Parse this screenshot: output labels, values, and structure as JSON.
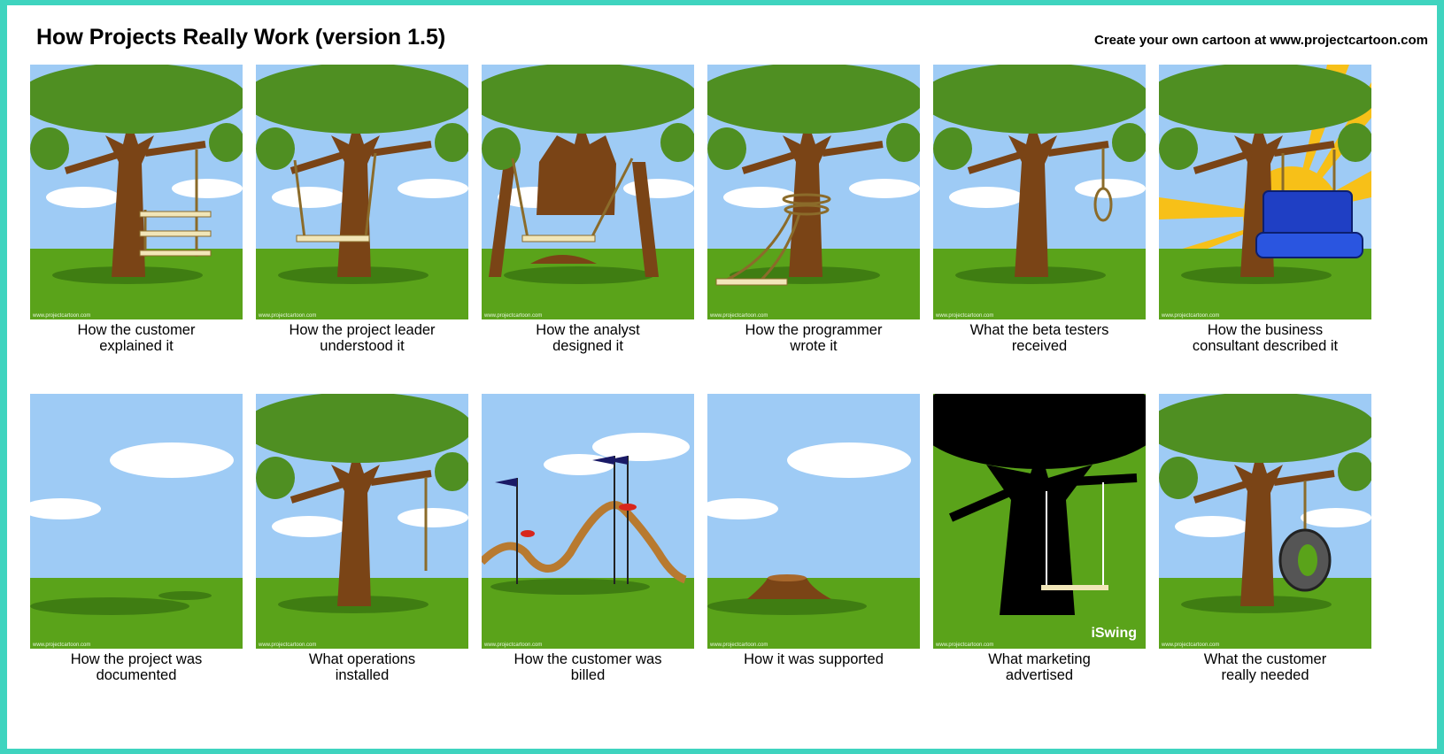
{
  "header": {
    "title": "How Projects Really Work (version 1.5)",
    "credit": "Create your own cartoon at www.projectcartoon.com"
  },
  "panels": [
    {
      "line1": "How the customer",
      "line2": "explained it",
      "watermark": "www.projectcartoon.com"
    },
    {
      "line1": "How the project leader",
      "line2": "understood it",
      "watermark": "www.projectcartoon.com"
    },
    {
      "line1": "How the analyst",
      "line2": "designed it",
      "watermark": "www.projectcartoon.com"
    },
    {
      "line1": "How the programmer",
      "line2": "wrote it",
      "watermark": "www.projectcartoon.com"
    },
    {
      "line1": "What the beta testers",
      "line2": "received",
      "watermark": "www.projectcartoon.com"
    },
    {
      "line1": "How the business",
      "line2": "consultant described it",
      "watermark": "www.projectcartoon.com"
    },
    {
      "line1": "How the project was",
      "line2": "documented",
      "watermark": "www.projectcartoon.com"
    },
    {
      "line1": "What operations",
      "line2": "installed",
      "watermark": "www.projectcartoon.com"
    },
    {
      "line1": "How the customer was",
      "line2": "billed",
      "watermark": "www.projectcartoon.com"
    },
    {
      "line1": "How it was supported",
      "line2": "",
      "watermark": "www.projectcartoon.com"
    },
    {
      "line1": "What marketing",
      "line2": "advertised",
      "watermark": "www.projectcartoon.com",
      "brand": "iSwing"
    },
    {
      "line1": "What the customer",
      "line2": "really needed",
      "watermark": "www.projectcartoon.com"
    }
  ],
  "colors": {
    "background": "#3fd4bf",
    "sky": "#9ecbf5",
    "grass": "#5aa31a",
    "trunk": "#7a4416",
    "leaves": "#4f8f22",
    "rope": "#8b6b2a",
    "seat": "#f1e6b8"
  },
  "icons": [
    "tree-icon",
    "swing-icon",
    "noose-icon",
    "armchair-icon",
    "roller-coaster-icon",
    "stump-icon",
    "tire-swing-icon"
  ]
}
